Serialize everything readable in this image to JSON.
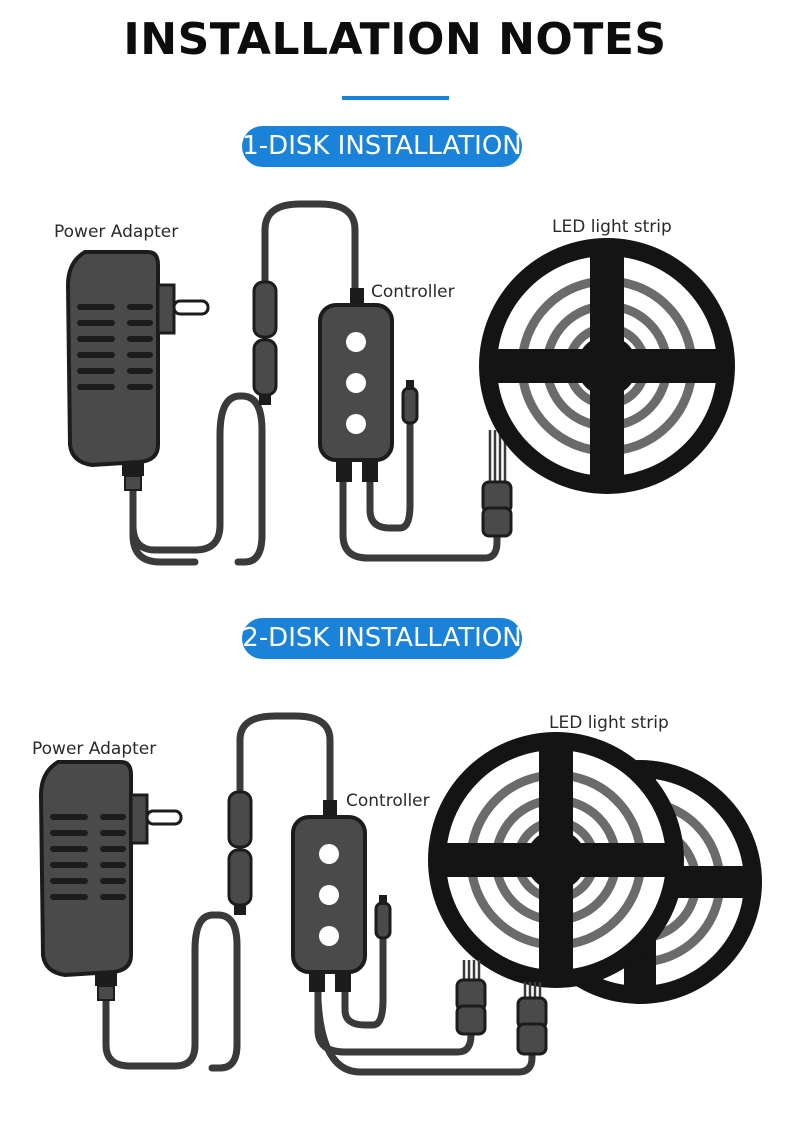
{
  "header": {
    "title": "INSTALLATION NOTES",
    "accent_color": "#1a82d9"
  },
  "sections": [
    {
      "badge": "1-DISK INSTALLATION",
      "power_adapter_label": "Power Adapter",
      "controller_label": "Controller",
      "strip_label": "LED light strip",
      "reel_count": 1
    },
    {
      "badge": "2-DISK INSTALLATION",
      "power_adapter_label": "Power Adapter",
      "controller_label": "Controller",
      "strip_label": "LED light strip",
      "reel_count": 2
    }
  ],
  "colors": {
    "device_fill": "#4a4a4a",
    "device_dark": "#1c1c1c",
    "cable": "#3a3a3a",
    "reel_ring": "#6b6b6b",
    "pill": "#1a82d9"
  }
}
